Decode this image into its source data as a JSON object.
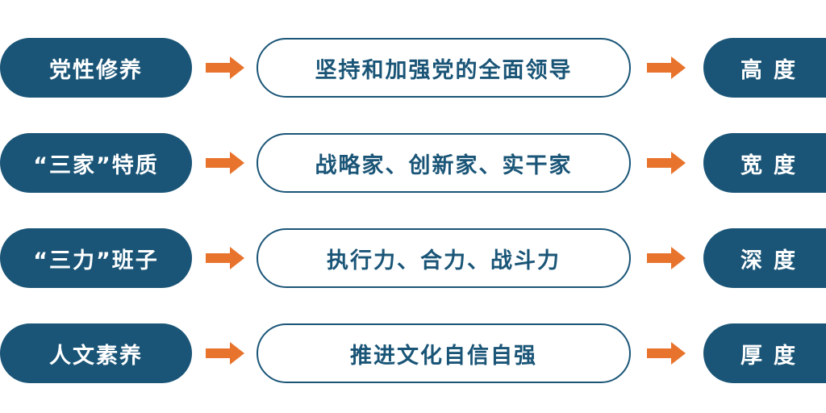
{
  "colors": {
    "pill_fill": "#1a5577",
    "pill_outline": "#1a5577",
    "arrow": "#e8732c",
    "text_on_fill": "#ffffff",
    "text_on_outline": "#1a5577"
  },
  "rows": [
    {
      "left": "党性修养",
      "middle": "坚持和加强党的全面领导",
      "right": "高度"
    },
    {
      "left": "“三家”特质",
      "middle": "战略家、创新家、实干家",
      "right": "宽度"
    },
    {
      "left": "“三力”班子",
      "middle": "执行力、合力、战斗力",
      "right": "深度"
    },
    {
      "left": "人文素养",
      "middle": "推进文化自信自强",
      "right": "厚度"
    }
  ],
  "icons": {
    "arrow": "arrow-right-icon"
  }
}
